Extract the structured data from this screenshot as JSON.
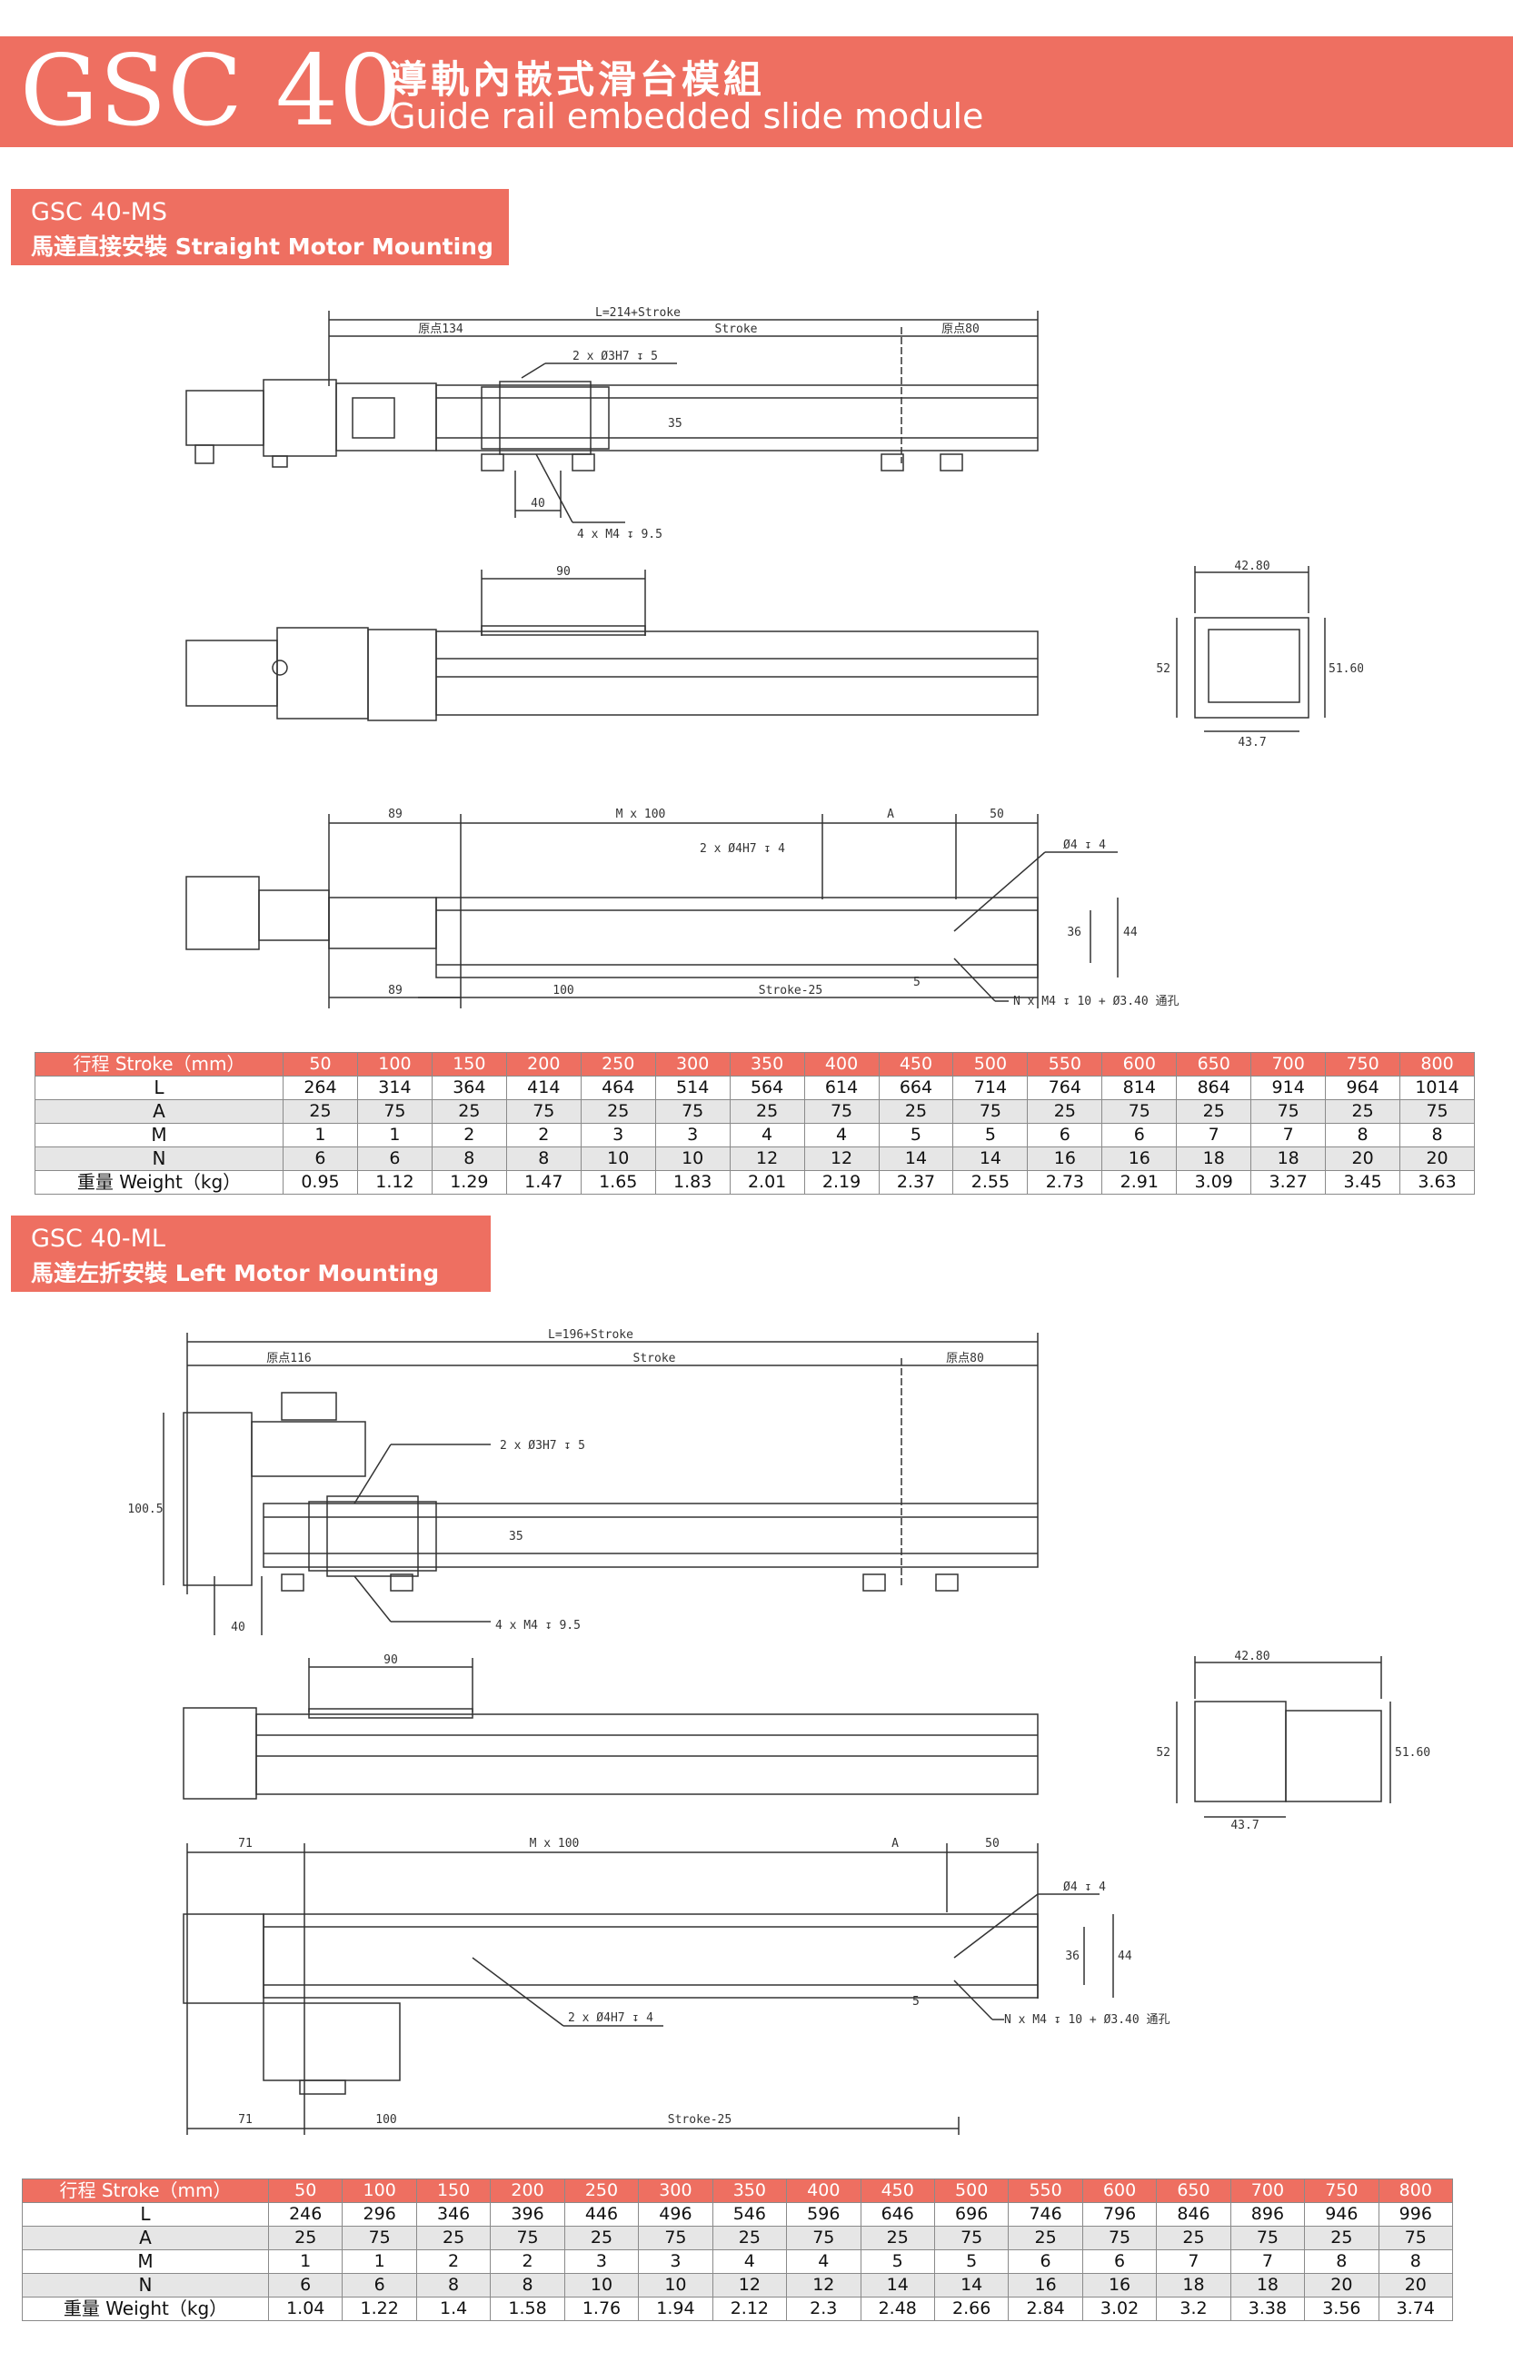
{
  "header": {
    "model": "GSC 40",
    "title_zh": "導軌內嵌式滑台模組",
    "title_en": "Guide rail embedded slide module"
  },
  "ms": {
    "code": "GSC 40-MS",
    "subtitle": "馬達直接安裝 Straight Motor Mounting",
    "dims": {
      "L": "L=214+Stroke",
      "origin_left": "原点134",
      "stroke": "Stroke",
      "origin_right": "原点80",
      "pin": "2 x Ø3H7 ↧ 5",
      "d35": "35",
      "d40": "40",
      "screw": "4 x M4 ↧ 9.5",
      "d90": "90",
      "d4280": "42.80",
      "d52": "52",
      "d5160": "51.60",
      "d437": "43.7",
      "d89": "89",
      "mx100": "M x 100",
      "A": "A",
      "d50": "50",
      "pin4": "2 x Ø4H7 ↧ 4",
      "hole4": "Ø4 ↧ 4",
      "d36": "36",
      "d44": "44",
      "d5": "5",
      "nx": "N x M4 ↧ 10 + Ø3.40 通孔",
      "d100": "100",
      "s25": "Stroke-25"
    }
  },
  "ml": {
    "code": "GSC 40-ML",
    "subtitle": "馬達左折安裝 Left Motor Mounting",
    "dims": {
      "L": "L=196+Stroke",
      "origin_left": "原点116",
      "stroke": "Stroke",
      "origin_right": "原点80",
      "pin": "2 x Ø3H7 ↧ 5",
      "d1005": "100.5",
      "d35": "35",
      "d40": "40",
      "screw": "4 x M4 ↧ 9.5",
      "d90": "90",
      "d4280": "42.80",
      "d52": "52",
      "d5160": "51.60",
      "d437": "43.7",
      "d71": "71",
      "mx100": "M x 100",
      "A": "A",
      "d50": "50",
      "hole4": "Ø4 ↧ 4",
      "d36": "36",
      "d44": "44",
      "d5": "5",
      "nx": "N x M4 ↧ 10 + Ø3.40 通孔",
      "pin4": "2 x Ø4H7 ↧ 4",
      "d100": "100",
      "s25": "Stroke-25"
    }
  },
  "table_ms": {
    "headers": [
      "行程 Stroke（mm）",
      "50",
      "100",
      "150",
      "200",
      "250",
      "300",
      "350",
      "400",
      "450",
      "500",
      "550",
      "600",
      "650",
      "700",
      "750",
      "800"
    ],
    "rows": [
      [
        "L",
        "264",
        "314",
        "364",
        "414",
        "464",
        "514",
        "564",
        "614",
        "664",
        "714",
        "764",
        "814",
        "864",
        "914",
        "964",
        "1014"
      ],
      [
        "A",
        "25",
        "75",
        "25",
        "75",
        "25",
        "75",
        "25",
        "75",
        "25",
        "75",
        "25",
        "75",
        "25",
        "75",
        "25",
        "75"
      ],
      [
        "M",
        "1",
        "1",
        "2",
        "2",
        "3",
        "3",
        "4",
        "4",
        "5",
        "5",
        "6",
        "6",
        "7",
        "7",
        "8",
        "8"
      ],
      [
        "N",
        "6",
        "6",
        "8",
        "8",
        "10",
        "10",
        "12",
        "12",
        "14",
        "14",
        "16",
        "16",
        "18",
        "18",
        "20",
        "20"
      ],
      [
        "重量 Weight（kg）",
        "0.95",
        "1.12",
        "1.29",
        "1.47",
        "1.65",
        "1.83",
        "2.01",
        "2.19",
        "2.37",
        "2.55",
        "2.73",
        "2.91",
        "3.09",
        "3.27",
        "3.45",
        "3.63"
      ]
    ]
  },
  "table_ml": {
    "headers": [
      "行程 Stroke（mm）",
      "50",
      "100",
      "150",
      "200",
      "250",
      "300",
      "350",
      "400",
      "450",
      "500",
      "550",
      "600",
      "650",
      "700",
      "750",
      "800"
    ],
    "rows": [
      [
        "L",
        "246",
        "296",
        "346",
        "396",
        "446",
        "496",
        "546",
        "596",
        "646",
        "696",
        "746",
        "796",
        "846",
        "896",
        "946",
        "996"
      ],
      [
        "A",
        "25",
        "75",
        "25",
        "75",
        "25",
        "75",
        "25",
        "75",
        "25",
        "75",
        "25",
        "75",
        "25",
        "75",
        "25",
        "75"
      ],
      [
        "M",
        "1",
        "1",
        "2",
        "2",
        "3",
        "3",
        "4",
        "4",
        "5",
        "5",
        "6",
        "6",
        "7",
        "7",
        "8",
        "8"
      ],
      [
        "N",
        "6",
        "6",
        "8",
        "8",
        "10",
        "10",
        "12",
        "12",
        "14",
        "14",
        "16",
        "16",
        "18",
        "18",
        "20",
        "20"
      ],
      [
        "重量 Weight（kg）",
        "1.04",
        "1.22",
        "1.4",
        "1.58",
        "1.76",
        "1.94",
        "2.12",
        "2.3",
        "2.48",
        "2.66",
        "2.84",
        "3.02",
        "3.2",
        "3.38",
        "3.56",
        "3.74"
      ]
    ]
  }
}
